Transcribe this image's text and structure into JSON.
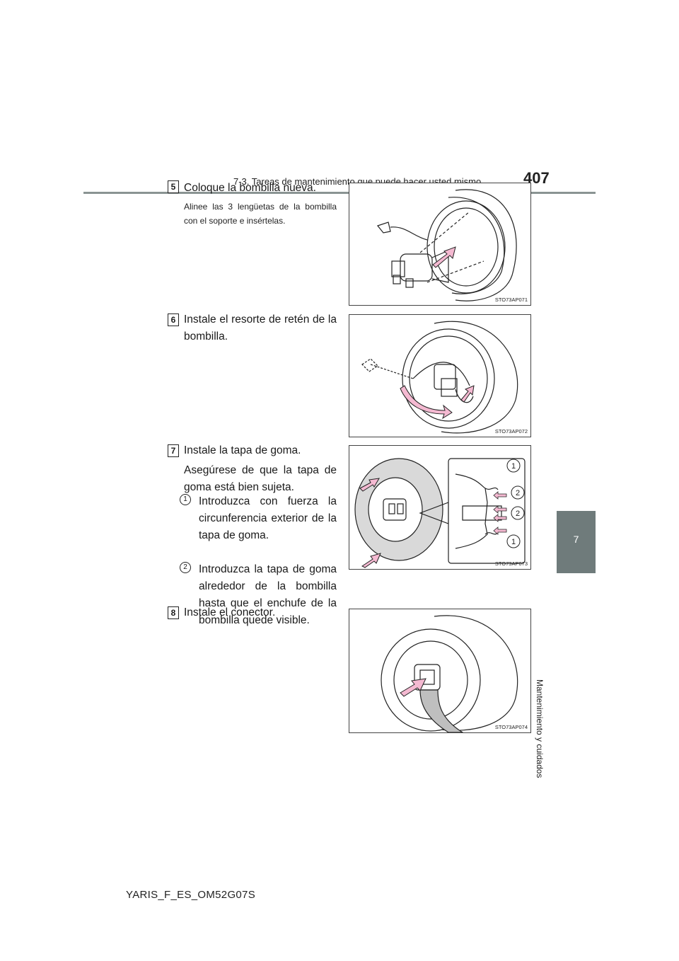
{
  "header": {
    "title": "7-3. Tareas de mantenimiento que puede hacer usted mismo",
    "page_number": "407"
  },
  "side_tab": {
    "chapter": "7",
    "label": "Mantenimiento y cuidados"
  },
  "steps": [
    {
      "number": "5",
      "title": "Coloque la bombilla nueva.",
      "note": "Alinee las 3 lengüetas de la bombilla con el soporte e insértelas.",
      "figure_code": "STO73AP071"
    },
    {
      "number": "6",
      "title": "Instale el resorte de retén de la bombilla.",
      "figure_code": "STO73AP072"
    },
    {
      "number": "7",
      "title": "Instale la tapa de goma.",
      "detail": "Asegúrese de que la tapa de goma está bien sujeta.",
      "substeps": [
        {
          "marker": "1",
          "text": "Introduzca con fuerza la circunferencia exterior de la tapa de goma."
        },
        {
          "marker": "2",
          "text": "Introduzca la tapa de goma alrededor de la bombilla hasta que el enchufe de la bombilla quede visible."
        }
      ],
      "figure_code": "STO73AP073",
      "callouts": [
        "1",
        "2",
        "2",
        "1"
      ]
    },
    {
      "number": "8",
      "title": "Instale el conector.",
      "figure_code": "STO73AP074"
    }
  ],
  "footer": {
    "model_code": "YARIS_F_ES_OM52G07S"
  },
  "colors": {
    "rule": "#8a9493",
    "tab": "#6f7b7b",
    "arrow_fill": "#f4b9d1"
  }
}
